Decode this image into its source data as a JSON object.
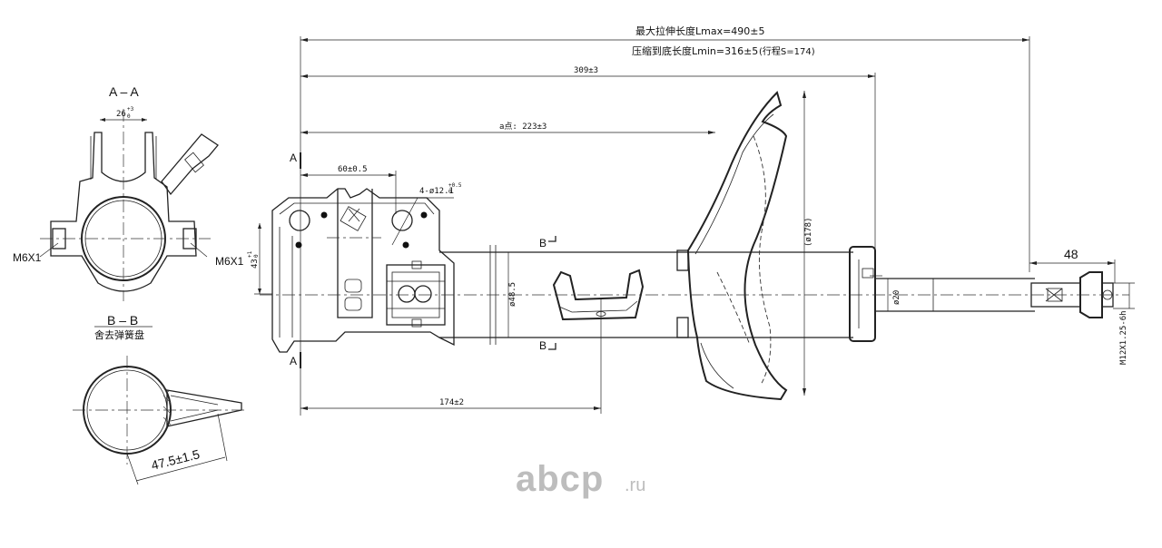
{
  "section_a": {
    "title": "A – A",
    "angle": "26",
    "angle_tol": "+3",
    "angle_tol2": "0",
    "bolt_left": "M6X1",
    "bolt_right": "M6X1",
    "height": "43",
    "height_tol": "+1",
    "height_tol2": "0"
  },
  "section_b": {
    "title": "B – B",
    "subtitle": "舍去弹簧盘",
    "dim": "47.5±1.5"
  },
  "main": {
    "lmax": "最大拉伸长度Lmax=490±5",
    "lmin": "压缩到底长度Lmin=316±5",
    "stroke": "(行程S=174)",
    "dim_309": "309±3",
    "dim_223": "a点: 223±3",
    "dim_60": "60±0.5",
    "dim_hole": "4-ø12.1",
    "dim_hole_tol": "+0.5",
    "dim_hole_tol2": "0",
    "dim_174": "174±2",
    "dim_485": "ø48.5",
    "dim_178": "(ø178)",
    "dim_20": "ø20",
    "dim_48": "48",
    "thread": "M12X1.25-6h",
    "cut_a_top": "A",
    "cut_a_bottom": "A",
    "cut_b_top": "B",
    "cut_b_bottom": "B"
  },
  "watermark": {
    "brand": "abcp",
    "tld": ".ru"
  }
}
